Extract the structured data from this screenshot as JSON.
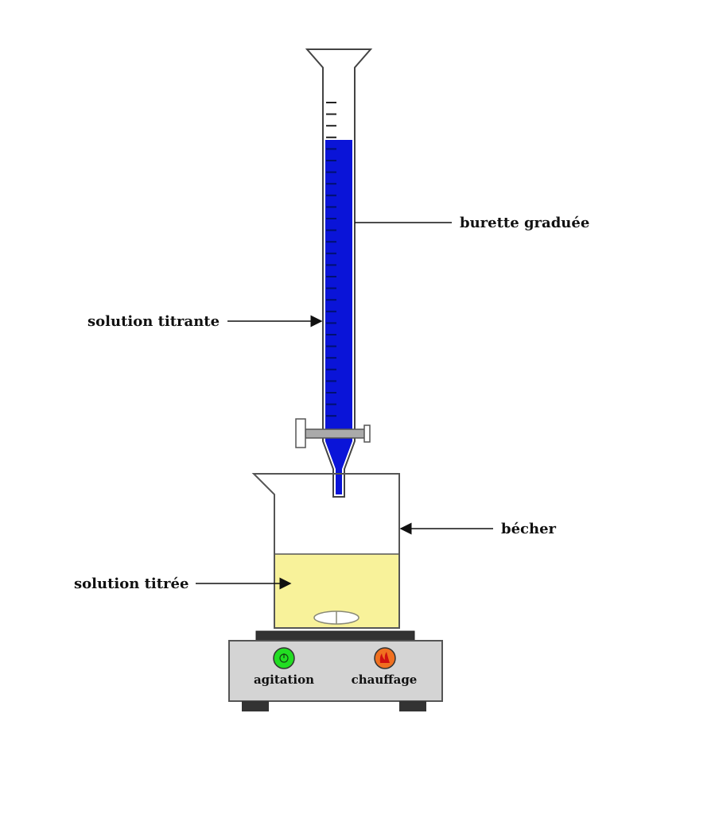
{
  "labels": {
    "burette": "burette graduée",
    "titrant": "solution titrante",
    "beaker": "bécher",
    "titrated": "solution titrée"
  },
  "hotplate": {
    "stir_label": "agitation",
    "heat_label": "chauffage"
  },
  "colors": {
    "titrant": "#0a14d8",
    "titrated": "#f8f29a",
    "hotplate": "#d4d4d4",
    "stir_button": "#22dd22",
    "heat_button": "#f07020"
  }
}
